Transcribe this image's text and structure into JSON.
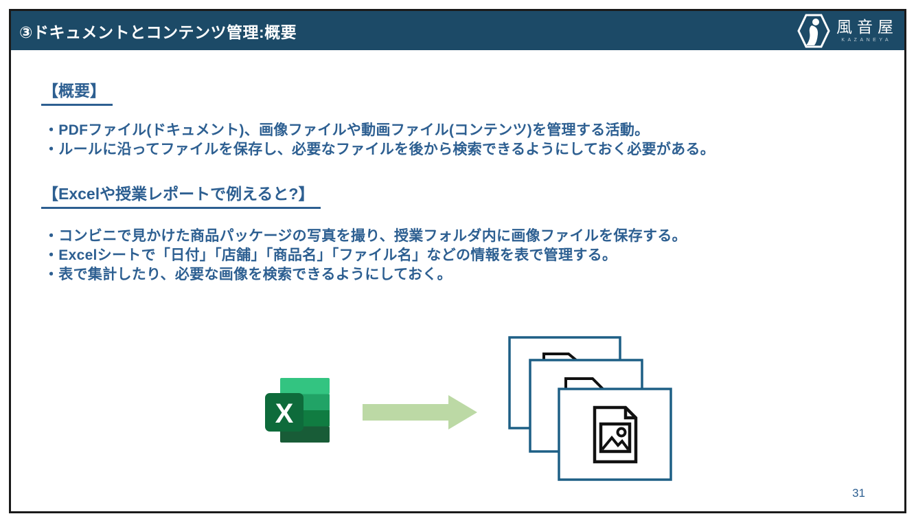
{
  "slide": {
    "header": {
      "title": "③ドキュメントとコンテンツ管理:概要"
    },
    "logo": {
      "brand": "風音屋",
      "brand_sub": "KAZANEYA"
    },
    "sections": [
      {
        "heading": "【概要】",
        "bullets": [
          "・PDFファイル(ドキュメント)、画像ファイルや動画ファイル(コンテンツ)を管理する活動。",
          "・ルールに沿ってファイルを保存し、必要なファイルを後から検索できるようにしておく必要がある。"
        ]
      },
      {
        "heading": "【Excelや授業レポートで例えると?】",
        "bullets": [
          "・コンビニで見かけた商品パッケージの写真を撮り、授業フォルダ内に画像ファイルを保存する。",
          "・Excelシートで「日付」「店舗」「商品名」「ファイル名」などの情報を表で管理する。",
          "・表で集計したり、必要な画像を検索できるようにしておく。"
        ]
      }
    ],
    "illustration": {
      "excel_letter": "X"
    },
    "page_number": "31",
    "colors": {
      "header_bg": "#1c4a67",
      "text_blue": "#2d5f91",
      "slide_border": "#1a1a1a",
      "folder_border": "#1d5f85",
      "tab_black": "#111111",
      "arrow_green": "#bcd9a5",
      "excel_g1": "#33c481",
      "excel_g2": "#21a366",
      "excel_g3": "#107c41",
      "excel_g4": "#185c37",
      "excel_square": "#0e6b3b"
    }
  }
}
